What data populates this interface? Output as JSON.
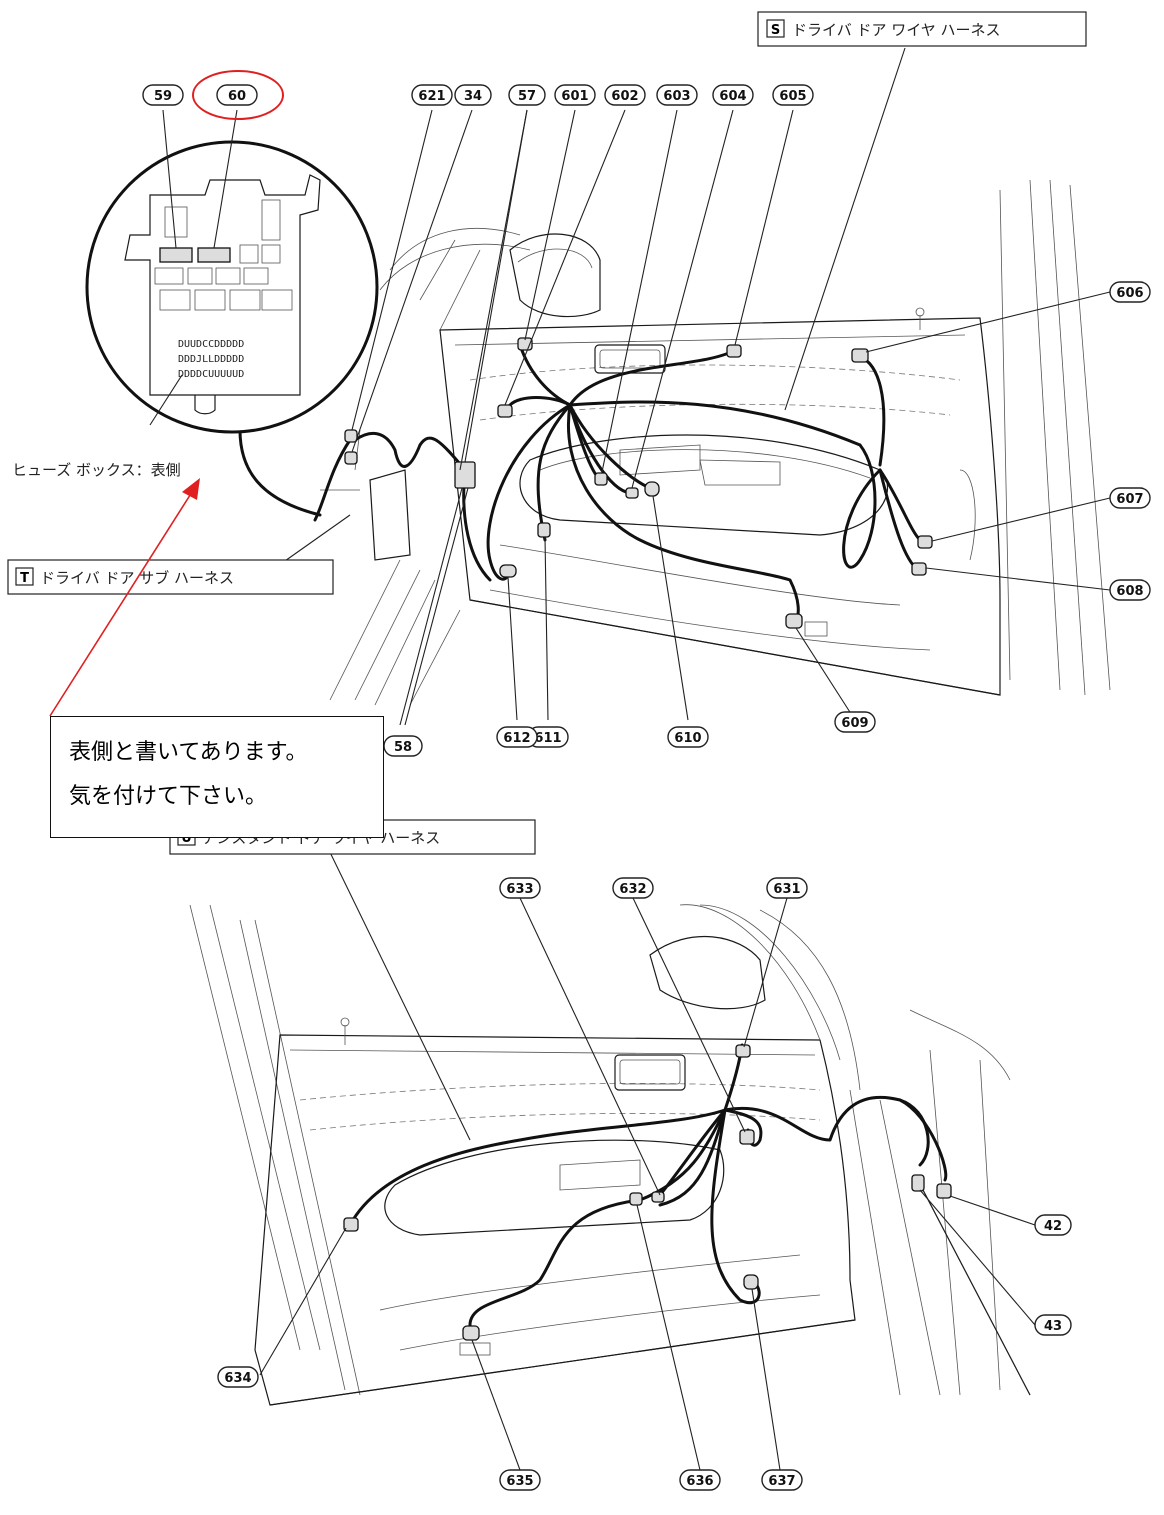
{
  "harness_labels": {
    "s_letter": "S",
    "s_name": "ドライバ ドア ワイヤ ハーネス",
    "t_letter": "T",
    "t_name": "ドライバ ドア サブ ハーネス",
    "u_letter": "U",
    "u_name": "アシスタント ドア ワイヤ ハーネス"
  },
  "fuse_box_label": "ヒューズ ボックス：表側",
  "note": {
    "line1": "表側と書いてあります。",
    "line2": "気を付けて下さい。"
  },
  "highlight_color": "#e02020",
  "connectors_top": [
    "59",
    "60",
    "621",
    "34",
    "57",
    "601",
    "602",
    "603",
    "604",
    "605",
    "606",
    "607",
    "608",
    "609",
    "610",
    "611",
    "612",
    "58"
  ],
  "connectors_bottom": [
    "633",
    "632",
    "631",
    "42",
    "43",
    "634",
    "635",
    "636",
    "637"
  ]
}
